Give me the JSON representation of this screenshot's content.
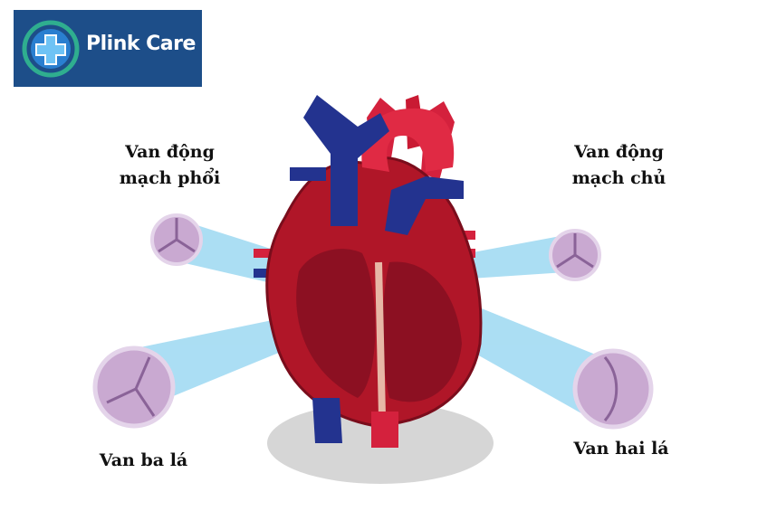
{
  "logo": {
    "text": "Plink Care",
    "colors": {
      "background": "#1d4e89",
      "text": "#ffffff"
    }
  },
  "labels": {
    "pulmonary_valve": [
      "Van động",
      "mạch phổi"
    ],
    "aortic_valve": [
      "Van động",
      "mạch chủ"
    ],
    "tricuspid_valve": "Van ba lá",
    "mitral_valve": "Van hai lá"
  },
  "colors": {
    "heart_red": "#b01628",
    "heart_dark": "#7a0d1c",
    "vein_blue": "#23338f",
    "artery_red": "#d4213d",
    "valve_lilac": "#c9a9d1",
    "beam_blue": "#8fd3f0",
    "shadow": "#d6d6d6"
  }
}
